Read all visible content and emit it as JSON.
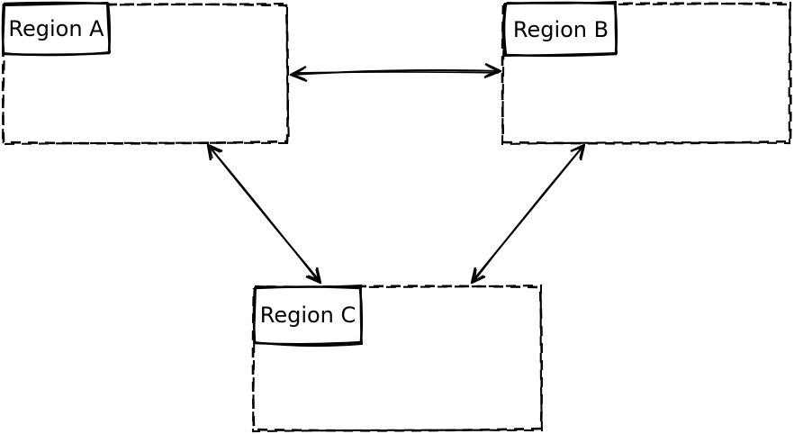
{
  "diagram": {
    "background_color": "#ffffff",
    "stroke_color": "#000000",
    "style": "hand-drawn sketch, dashed region rectangles with solid label boxes",
    "regions": [
      {
        "id": "region-a",
        "label": "Region A"
      },
      {
        "id": "region-b",
        "label": "Region B"
      },
      {
        "id": "region-c",
        "label": "Region C"
      }
    ],
    "connections": [
      {
        "from": "Region A",
        "to": "Region B",
        "type": "double-headed-arrow"
      },
      {
        "from": "Region A",
        "to": "Region C",
        "type": "double-headed-arrow"
      },
      {
        "from": "Region B",
        "to": "Region C",
        "type": "double-headed-arrow"
      }
    ]
  }
}
